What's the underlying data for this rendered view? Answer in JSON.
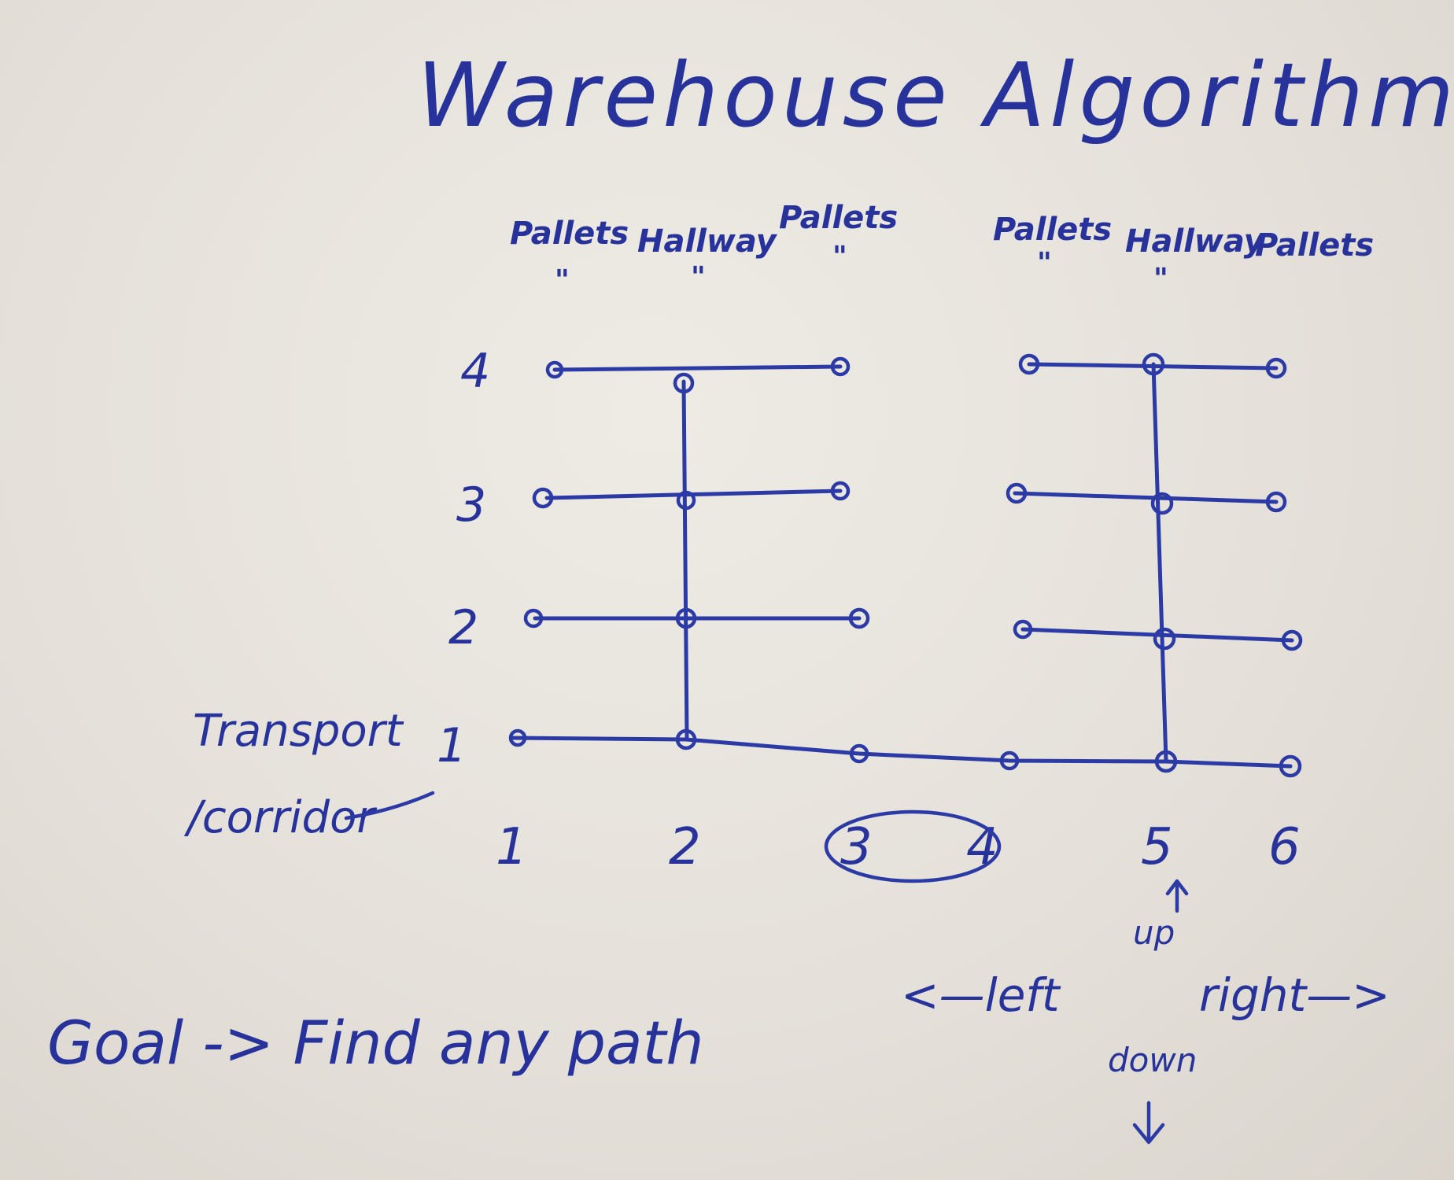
{
  "title": "Warehouse Algorithm",
  "column_headers": [
    {
      "text": "Pallets",
      "ditto": "\""
    },
    {
      "text": "Hallway",
      "ditto": "\""
    },
    {
      "text": "Pallets",
      "ditto": "\""
    },
    {
      "text": "Pallets",
      "ditto": "\""
    },
    {
      "text": "Hallway",
      "ditto": "\""
    },
    {
      "text": "Pallets",
      "ditto": ""
    }
  ],
  "row_labels": [
    "4",
    "3",
    "2",
    "1"
  ],
  "transport_label": {
    "line1": "Transport",
    "line2": "/corridor"
  },
  "column_numbers": [
    "1",
    "2",
    "3",
    "4",
    "5",
    "6"
  ],
  "directions": {
    "up": "up",
    "left": "<—left",
    "right": "right—>",
    "down": "down"
  },
  "goal": "Goal -> Find any path",
  "ink_color": "#2c3aa6",
  "icons": [
    "circle-node",
    "arrow-up-icon",
    "arrow-down-icon",
    "highlight-oval"
  ]
}
